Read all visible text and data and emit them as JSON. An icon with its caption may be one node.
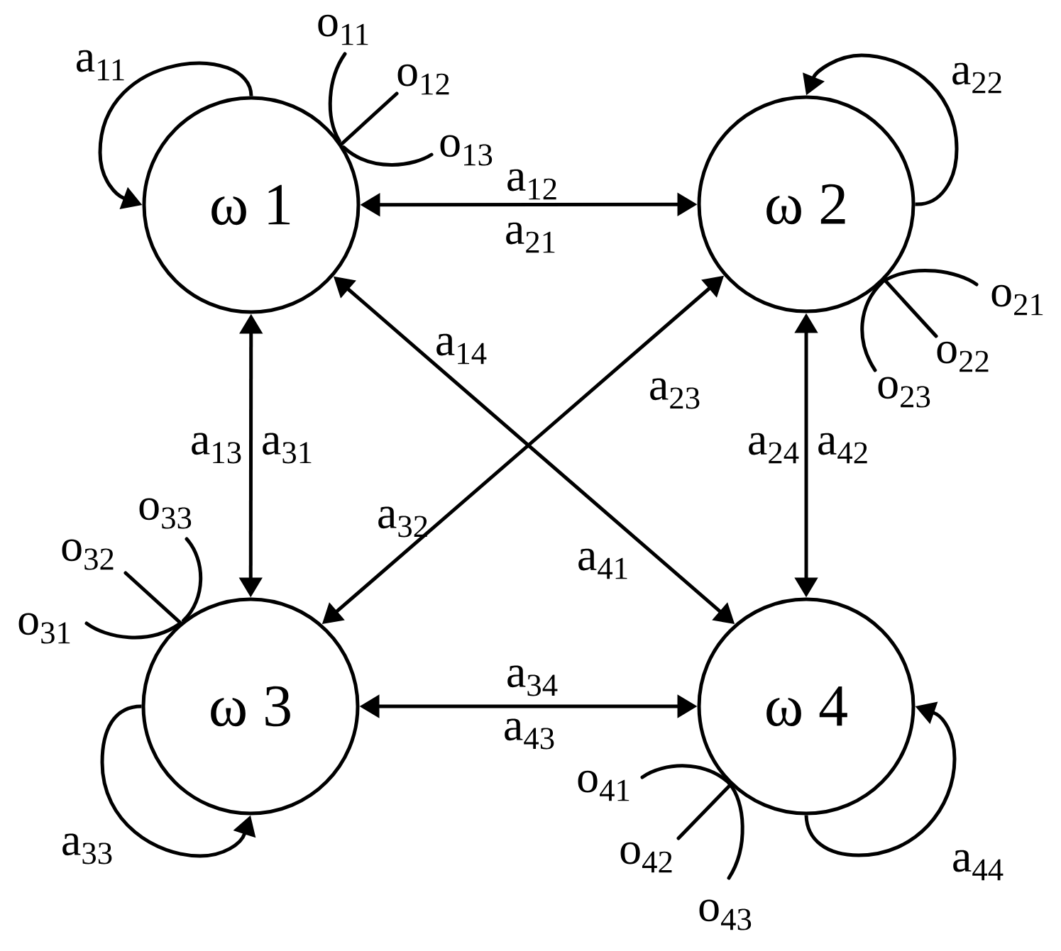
{
  "diagram": {
    "nodes": [
      {
        "text": [
          "ω 1"
        ]
      },
      {
        "text": [
          "ω 2"
        ]
      },
      {
        "text": [
          "ω 3"
        ]
      },
      {
        "text": [
          "ω 4"
        ]
      },
      {
        "text": [
          "o$_{11}$"
        ]
      },
      {
        "text": [
          "o$_{12}$"
        ]
      },
      {
        "text": [
          "o$_{13}$"
        ]
      },
      {
        "text": [
          "o$_{21}$"
        ]
      },
      {
        "text": [
          "o$_{22}$"
        ]
      },
      {
        "text": [
          "o$_{23}$"
        ]
      },
      {
        "text": [
          "o$_{31}$"
        ]
      },
      {
        "text": [
          "o$_{32}$"
        ]
      },
      {
        "text": [
          "o$_{33}$"
        ]
      },
      {
        "text": [
          "o$_{41}$"
        ]
      },
      {
        "text": [
          "o$_{42}$"
        ]
      },
      {
        "text": [
          "o$_{43}$"
        ]
      }
    ],
    "edges": [
      {
        "from": 0,
        "to": 0,
        "arrow": "to",
        "label": "a$_{11}$"
      },
      {
        "from": 1,
        "to": 1,
        "arrow": "to",
        "label": "a$_{22}$"
      },
      {
        "from": 2,
        "to": 2,
        "arrow": "to",
        "label": "a$_{33}$"
      },
      {
        "from": 3,
        "to": 3,
        "arrow": "to",
        "label": "a$_{44}$"
      },
      {
        "from": 0,
        "to": 1,
        "arrow": "both",
        "label": "a$_{12}$"
      },
      {
        "from": 0,
        "to": 2,
        "arrow": "both",
        "label": "a$_{13}$"
      },
      {
        "from": 0,
        "to": 3,
        "arrow": "both",
        "label": "a$_{14}$"
      },
      {
        "from": 1,
        "to": 2,
        "arrow": "both",
        "label": "a$_{23}$"
      },
      {
        "from": 1,
        "to": 3,
        "arrow": "both",
        "label": "a$_{24}$"
      },
      {
        "from": 2,
        "to": 3,
        "arrow": "both",
        "label": "a$_{34}$"
      },
      {
        "from": 4,
        "to": 0,
        "arrow": "none"
      },
      {
        "from": 5,
        "to": 0,
        "arrow": "none"
      },
      {
        "from": 6,
        "to": 0,
        "arrow": "none"
      },
      {
        "from": 7,
        "to": 1,
        "arrow": "none"
      },
      {
        "from": 8,
        "to": 1,
        "arrow": "none"
      },
      {
        "from": 9,
        "to": 1,
        "arrow": "none"
      },
      {
        "from": 10,
        "to": 2,
        "arrow": "none"
      },
      {
        "from": 11,
        "to": 2,
        "arrow": "none"
      },
      {
        "from": 12,
        "to": 2,
        "arrow": "none"
      },
      {
        "from": 13,
        "to": 3,
        "arrow": "none"
      },
      {
        "from": 14,
        "to": 3,
        "arrow": "none"
      },
      {
        "from": 15,
        "to": 3,
        "arrow": "none"
      }
    ],
    "labels": [
      "a$_{21}$",
      "a$_{31}$",
      "a$_{42}$",
      "a$_{32}$",
      "a$_{41}$",
      "a$_{43}$"
    ]
  }
}
